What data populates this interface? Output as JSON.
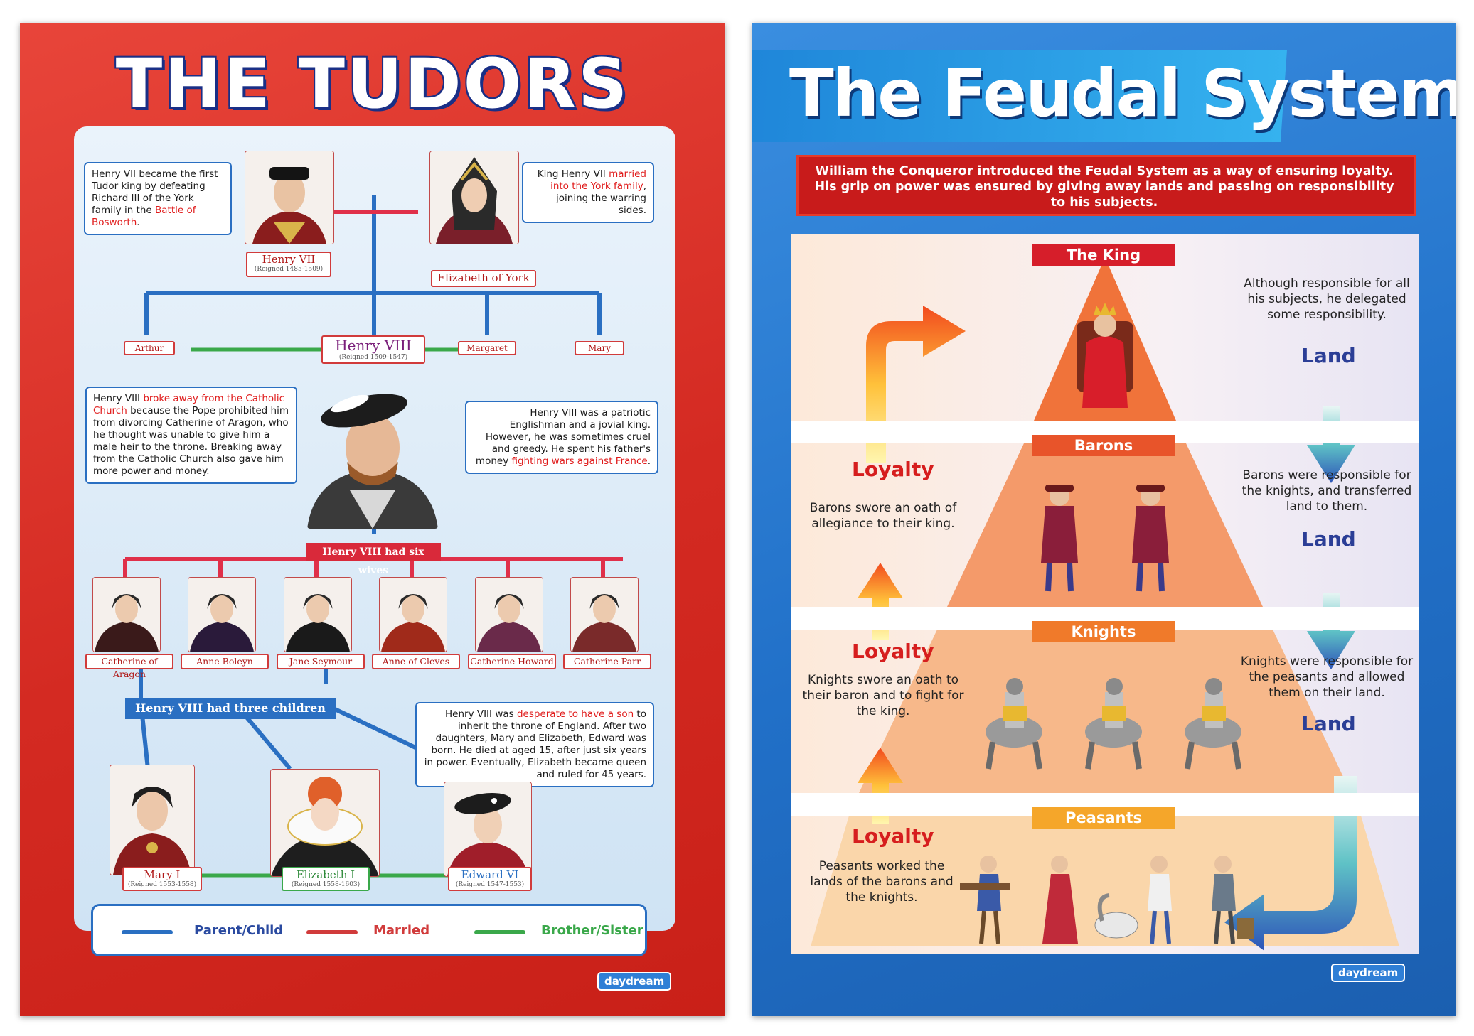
{
  "tudors": {
    "title": "THE TUDORS",
    "notes": {
      "henry7": {
        "pre": "Henry VII became the first Tudor king by defeating Richard III of the York family in the ",
        "hl": "Battle of Bosworth",
        "post": "."
      },
      "marriage": {
        "pre": "King Henry VII ",
        "hl": "married into the York family",
        "post": ", joining the warring sides."
      },
      "church": {
        "pre": "Henry VIII ",
        "hl": "broke away from the Catholic Church",
        "post": " because the Pope prohibited him from divorcing Catherine of Aragon, who he thought was unable to give him a male heir to the throne. Breaking away from the Catholic Church also gave him more power and money."
      },
      "patriot": {
        "pre": "Henry VIII was a patriotic Englishman and a jovial king. However, he was sometimes cruel and greedy. He spent his father's money ",
        "hl": "fighting wars against France",
        "post": "."
      },
      "son": {
        "pre": "Henry VIII was ",
        "hl": "desperate to have a son",
        "post": " to inherit the throne of England. After two daughters, Mary and Elizabeth, Edward was born. He died at aged 15, after just six years in power. Eventually, Elizabeth became queen and ruled for 45 years."
      }
    },
    "people": {
      "henry7": {
        "name": "Henry VII",
        "reign": "(Reigned 1485-1509)"
      },
      "elizabeth_york": {
        "name": "Elizabeth of York"
      },
      "arthur": {
        "name": "Arthur"
      },
      "henry8": {
        "name": "Henry VIII",
        "reign": "(Reigned 1509-1547)"
      },
      "margaret": {
        "name": "Margaret"
      },
      "mary_sis": {
        "name": "Mary"
      },
      "mary1": {
        "name": "Mary I",
        "reign": "(Reigned 1553-1558)"
      },
      "elizabeth1": {
        "name": "Elizabeth I",
        "reign": "(Reigned 1558-1603)"
      },
      "edward6": {
        "name": "Edward VI",
        "reign": "(Reigned 1547-1553)"
      }
    },
    "wives_banner": "Henry VIII had six wives",
    "wives": [
      "Catherine of Aragon",
      "Anne Boleyn",
      "Jane Seymour",
      "Anne of Cleves",
      "Catherine Howard",
      "Catherine Parr"
    ],
    "children_banner": "Henry VIII had three children",
    "legend": [
      {
        "label": "Parent/Child",
        "color": "#2a6fc2"
      },
      {
        "label": "Married",
        "color": "#d13b3b"
      },
      {
        "label": "Brother/Sister",
        "color": "#3aa84a"
      }
    ],
    "logo": "daydream"
  },
  "feudal": {
    "title": "The Feudal System",
    "intro": "William the Conqueror introduced the Feudal System as a way of ensuring loyalty. His grip on power was ensured by giving away lands and passing on responsibility to his subjects.",
    "tiers": [
      {
        "name": "The King",
        "right": "Although responsible for all his subjects, he delegated some responsibility.",
        "land": "Land"
      },
      {
        "name": "Barons",
        "left": "Barons swore an oath of allegiance to their king.",
        "loyalty": "Loyalty",
        "right": "Barons were responsible for the knights, and transferred land to them.",
        "land": "Land"
      },
      {
        "name": "Knights",
        "left": "Knights swore an oath to their baron and to fight for the king.",
        "loyalty": "Loyalty",
        "right": "Knights were responsible for the peasants and allowed them on their land.",
        "land": "Land"
      },
      {
        "name": "Peasants",
        "left": "Peasants worked the lands of the barons and the knights.",
        "loyalty": "Loyalty"
      }
    ],
    "colors": {
      "loyalty": "#d61e1e",
      "land": "#2b3e96",
      "tier_label": "#e8542a"
    },
    "logo": "daydream"
  }
}
